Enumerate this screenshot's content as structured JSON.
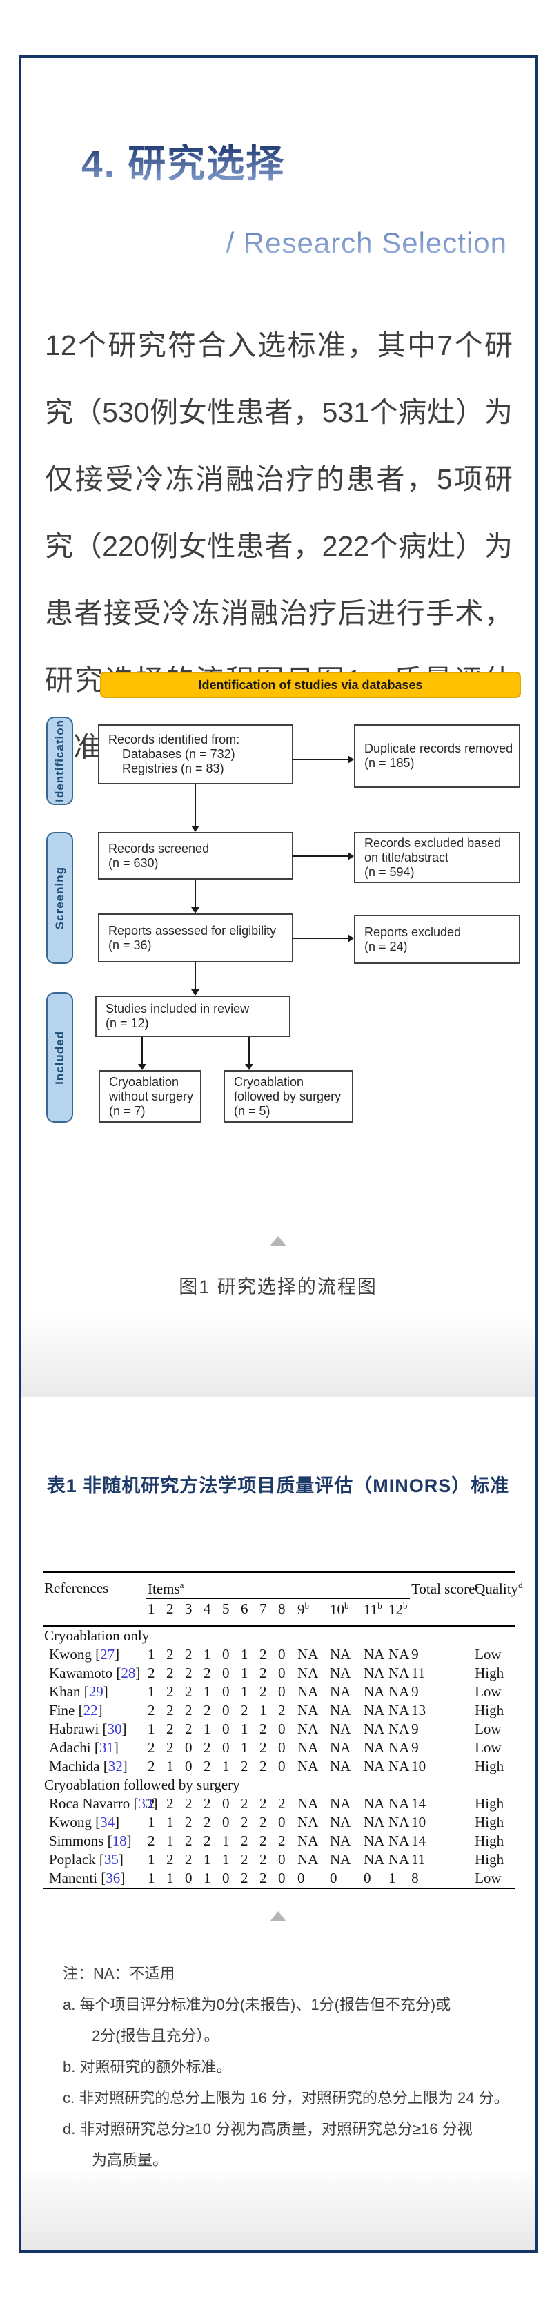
{
  "header": {
    "title": "4. 研究选择",
    "subtitle": "/ Research Selection"
  },
  "intro": {
    "text": "12个研究符合入选标准，其中7个研究（530例女性患者，531个病灶）为仅接受冷冻消融治疗的患者，5项研究（220例女性患者，222个病灶）为患者接受冷冻消融治疗后进行手术，研究选择的流程图见图1，质量评估标准见表1。"
  },
  "flowchart": {
    "banner": "Identification of studies via databases",
    "stages": [
      {
        "label": "Identification"
      },
      {
        "label": "Screening"
      },
      {
        "label": "Included"
      }
    ],
    "boxes": {
      "records_identified": "Records identified from:\n    Databases (n = 732)\n    Registries (n = 83)",
      "duplicates_removed": "Duplicate records removed\n(n = 185)",
      "records_screened": "Records screened\n(n = 630)",
      "records_excluded": "Records excluded based\non title/abstract\n(n = 594)",
      "reports_assessed": "Reports assessed for eligibility\n(n = 36)",
      "reports_excluded": "Reports excluded\n(n = 24)",
      "studies_included": "Studies included in review\n(n = 12)",
      "cryo_without_surgery": "Cryoablation\nwithout surgery\n(n = 7)",
      "cryo_with_surgery": "Cryoablation\nfollowed by surgery\n(n = 5)"
    },
    "caption": "图1 研究选择的流程图",
    "colors": {
      "banner_bg": "#ffc000",
      "stage_bg": "#b7d4ee",
      "stage_text": "#1f4e79"
    }
  },
  "table1": {
    "title": "表1 非随机研究方法学项目质量评估（MINORS）标准",
    "col_references": "References",
    "col_items": "Items",
    "col_items_sup": "a",
    "col_total": "Total score",
    "col_total_sup": "c",
    "col_quality": "Quality",
    "col_quality_sup": "d",
    "item_cols": [
      {
        "label": "1",
        "sup": ""
      },
      {
        "label": "2",
        "sup": ""
      },
      {
        "label": "3",
        "sup": ""
      },
      {
        "label": "4",
        "sup": ""
      },
      {
        "label": "5",
        "sup": ""
      },
      {
        "label": "6",
        "sup": ""
      },
      {
        "label": "7",
        "sup": ""
      },
      {
        "label": "8",
        "sup": ""
      },
      {
        "label": "9",
        "sup": "b"
      },
      {
        "label": "10",
        "sup": "b"
      },
      {
        "label": "11",
        "sup": "b"
      },
      {
        "label": "12",
        "sup": "b"
      }
    ],
    "groups": [
      {
        "label": "Cryoablation only",
        "rows": [
          {
            "name": "Kwong",
            "ref": "27",
            "scores": [
              "1",
              "2",
              "2",
              "1",
              "0",
              "1",
              "2",
              "0",
              "NA",
              "NA",
              "NA",
              "NA"
            ],
            "total": "9",
            "quality": "Low"
          },
          {
            "name": "Kawamoto",
            "ref": "28",
            "scores": [
              "2",
              "2",
              "2",
              "2",
              "0",
              "1",
              "2",
              "0",
              "NA",
              "NA",
              "NA",
              "NA"
            ],
            "total": "11",
            "quality": "High"
          },
          {
            "name": "Khan",
            "ref": "29",
            "scores": [
              "1",
              "2",
              "2",
              "1",
              "0",
              "1",
              "2",
              "0",
              "NA",
              "NA",
              "NA",
              "NA"
            ],
            "total": "9",
            "quality": "Low"
          },
          {
            "name": "Fine",
            "ref": "22",
            "scores": [
              "2",
              "2",
              "2",
              "2",
              "0",
              "2",
              "1",
              "2",
              "NA",
              "NA",
              "NA",
              "NA"
            ],
            "total": "13",
            "quality": "High"
          },
          {
            "name": "Habrawi",
            "ref": "30",
            "scores": [
              "1",
              "2",
              "2",
              "1",
              "0",
              "1",
              "2",
              "0",
              "NA",
              "NA",
              "NA",
              "NA"
            ],
            "total": "9",
            "quality": "Low"
          },
          {
            "name": "Adachi",
            "ref": "31",
            "scores": [
              "2",
              "2",
              "0",
              "2",
              "0",
              "1",
              "2",
              "0",
              "NA",
              "NA",
              "NA",
              "NA"
            ],
            "total": "9",
            "quality": "Low"
          },
          {
            "name": "Machida",
            "ref": "32",
            "scores": [
              "2",
              "1",
              "0",
              "2",
              "1",
              "2",
              "2",
              "0",
              "NA",
              "NA",
              "NA",
              "NA"
            ],
            "total": "10",
            "quality": "High"
          }
        ]
      },
      {
        "label": "Cryoablation followed by surgery",
        "rows": [
          {
            "name": "Roca Navarro",
            "ref": "33",
            "scores": [
              "2",
              "2",
              "2",
              "2",
              "0",
              "2",
              "2",
              "2",
              "NA",
              "NA",
              "NA",
              "NA"
            ],
            "total": "14",
            "quality": "High"
          },
          {
            "name": "Kwong",
            "ref": "34",
            "scores": [
              "1",
              "1",
              "2",
              "2",
              "0",
              "2",
              "2",
              "0",
              "NA",
              "NA",
              "NA",
              "NA"
            ],
            "total": "10",
            "quality": "High"
          },
          {
            "name": "Simmons",
            "ref": "18",
            "scores": [
              "2",
              "1",
              "2",
              "2",
              "1",
              "2",
              "2",
              "2",
              "NA",
              "NA",
              "NA",
              "NA"
            ],
            "total": "14",
            "quality": "High"
          },
          {
            "name": "Poplack",
            "ref": "35",
            "scores": [
              "1",
              "2",
              "2",
              "1",
              "1",
              "2",
              "2",
              "0",
              "NA",
              "NA",
              "NA",
              "NA"
            ],
            "total": "11",
            "quality": "High"
          },
          {
            "name": "Manenti",
            "ref": "36",
            "scores": [
              "1",
              "1",
              "0",
              "1",
              "0",
              "2",
              "2",
              "0",
              "0",
              "0",
              "0",
              "1"
            ],
            "total": "8",
            "quality": "Low"
          }
        ]
      }
    ]
  },
  "notes": {
    "lines": [
      {
        "text": "注：NA：不适用",
        "indent": false
      },
      {
        "text": "a. 每个项目评分标准为0分(未报告)、1分(报告但不充分)或",
        "indent": false
      },
      {
        "text": "2分(报告且充分）。",
        "indent": true
      },
      {
        "text": "b. 对照研究的额外标准。",
        "indent": false
      },
      {
        "text": "c. 非对照研究的总分上限为 16 分，对照研究的总分上限为 24 分。",
        "indent": false
      },
      {
        "text": "d. 非对照研究总分≥10 分视为高质量，对照研究总分≥16 分视",
        "indent": false
      },
      {
        "text": "为高质量。",
        "indent": true
      }
    ]
  },
  "ui": {
    "collapse_icon": "triangle-up",
    "colors": {
      "card_border": "#163567",
      "title_accent": "#17316a",
      "cite_blue": "#3a3ad8"
    }
  }
}
